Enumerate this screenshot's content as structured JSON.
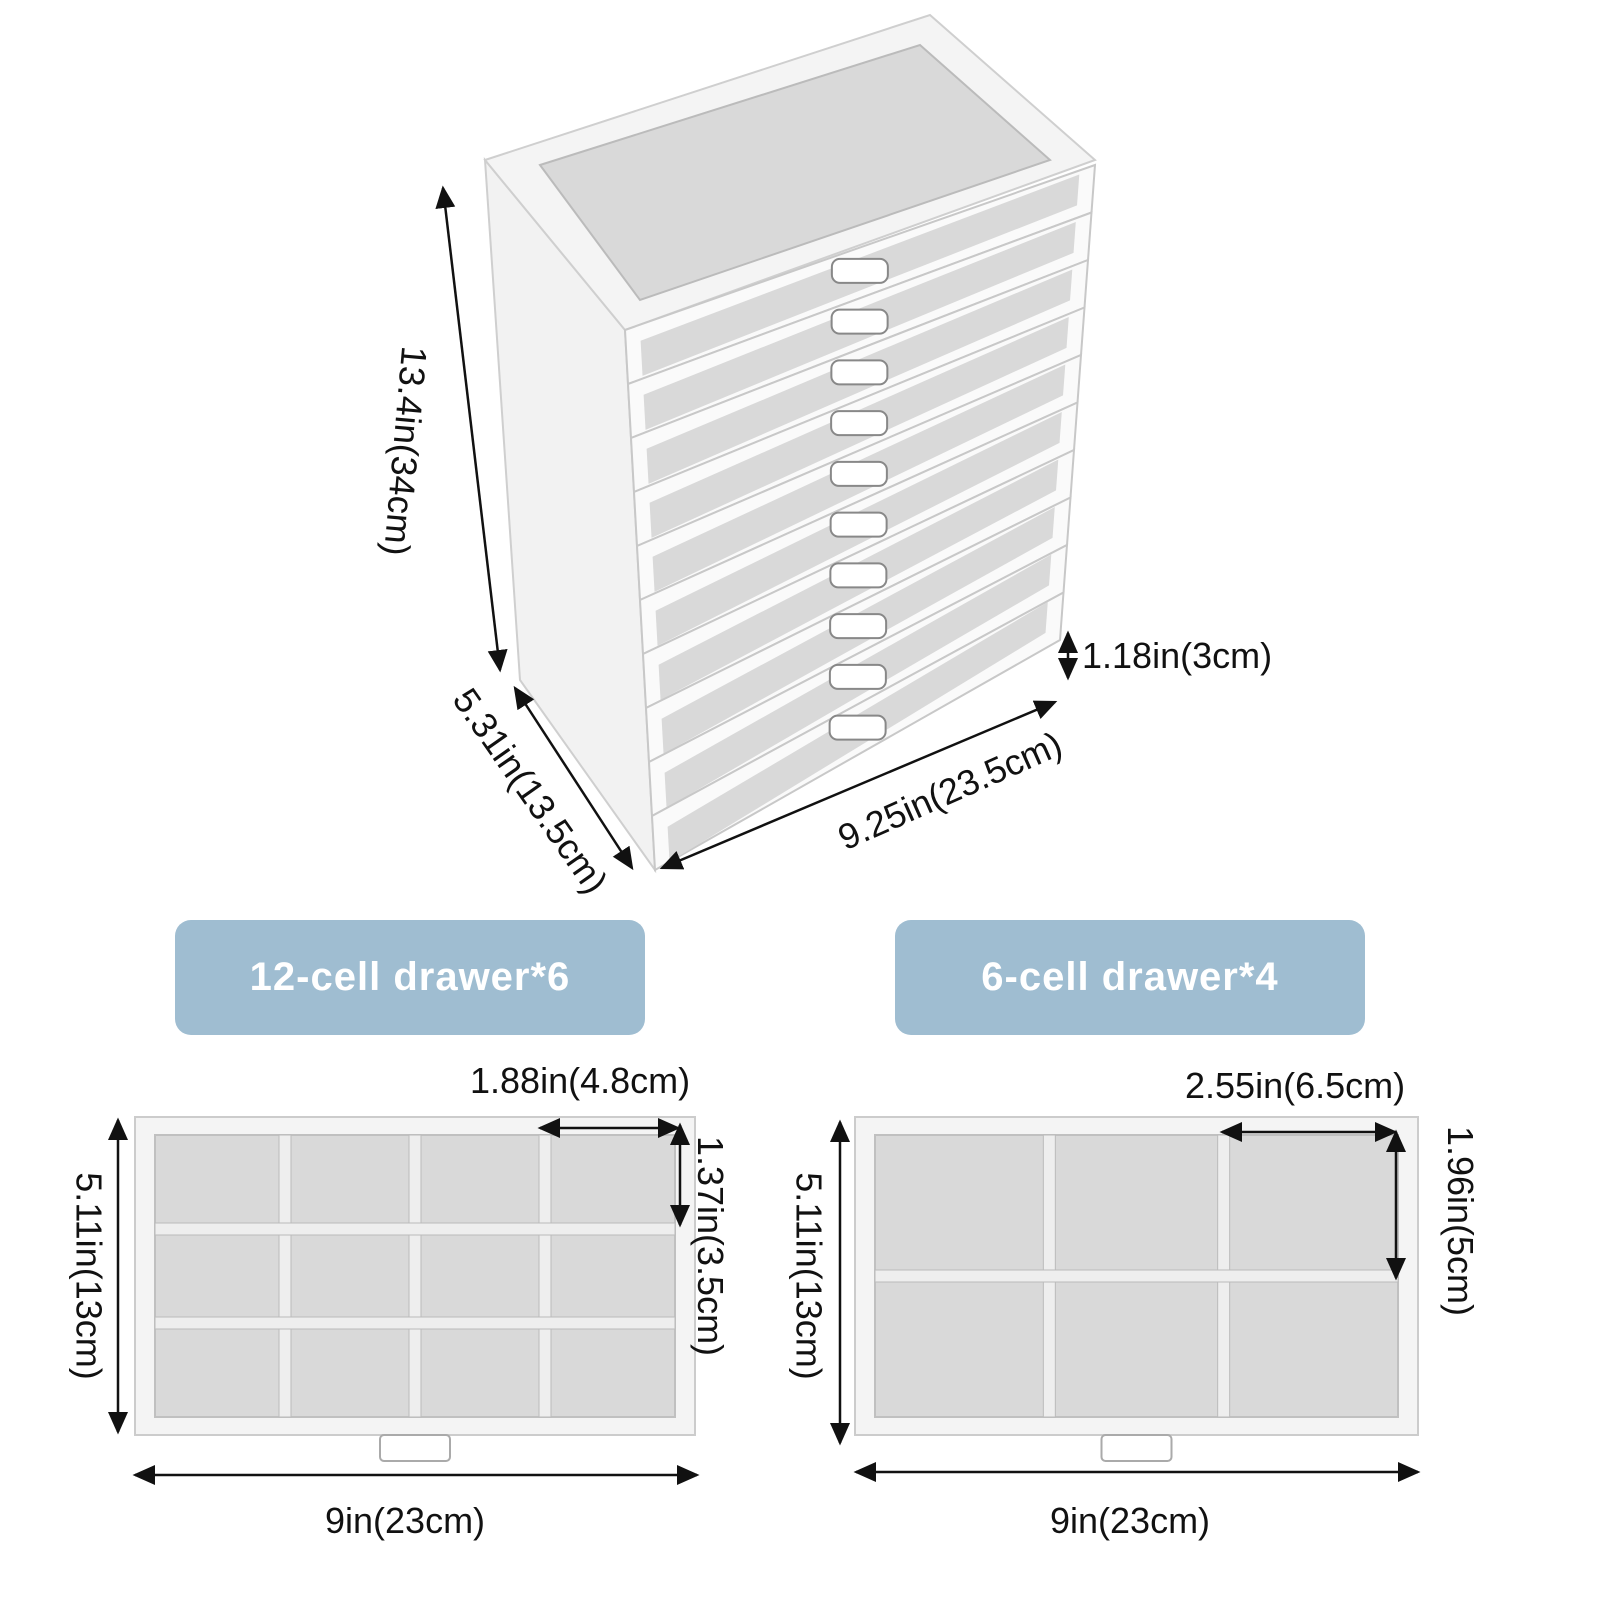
{
  "colors": {
    "badge": "#9fbdd1",
    "velvet": "#d9d9d9",
    "acrylic": "#f4f4f4",
    "line": "#111111"
  },
  "main_unit": {
    "height_label": "13.4in(34cm)",
    "depth_label": "5.31in(13.5cm)",
    "width_label": "9.25in(23.5cm)",
    "drawer_height_label": "1.18in(3cm)",
    "drawer_count": 10
  },
  "badges": {
    "left": "12-cell drawer*6",
    "right": "6-cell drawer*4"
  },
  "tray_12": {
    "rows": 3,
    "cols": 4,
    "cell_width_label": "1.88in(4.8cm)",
    "cell_height_label": "1.37in(3.5cm)",
    "depth_label": "5.11in(13cm)",
    "width_label": "9in(23cm)"
  },
  "tray_6": {
    "rows": 2,
    "cols": 3,
    "cell_width_label": "2.55in(6.5cm)",
    "cell_height_label": "1.96in(5cm)",
    "depth_label": "5.11in(13cm)",
    "width_label": "9in(23cm)"
  }
}
